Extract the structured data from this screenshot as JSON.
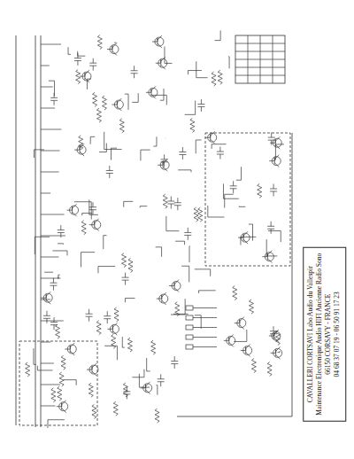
{
  "diagram": {
    "nodes": [
      {
        "text": [
          "CAVALLERI CORTSAVI Labo Audio du Vallespir",
          "Maintenance Electronique Audio HIFI Ancienne Radio Sono",
          "66150 CORSAVY - FRANCE",
          "04 68 37 07 19 - 06 50 91 17 23"
        ]
      }
    ],
    "edges": []
  }
}
